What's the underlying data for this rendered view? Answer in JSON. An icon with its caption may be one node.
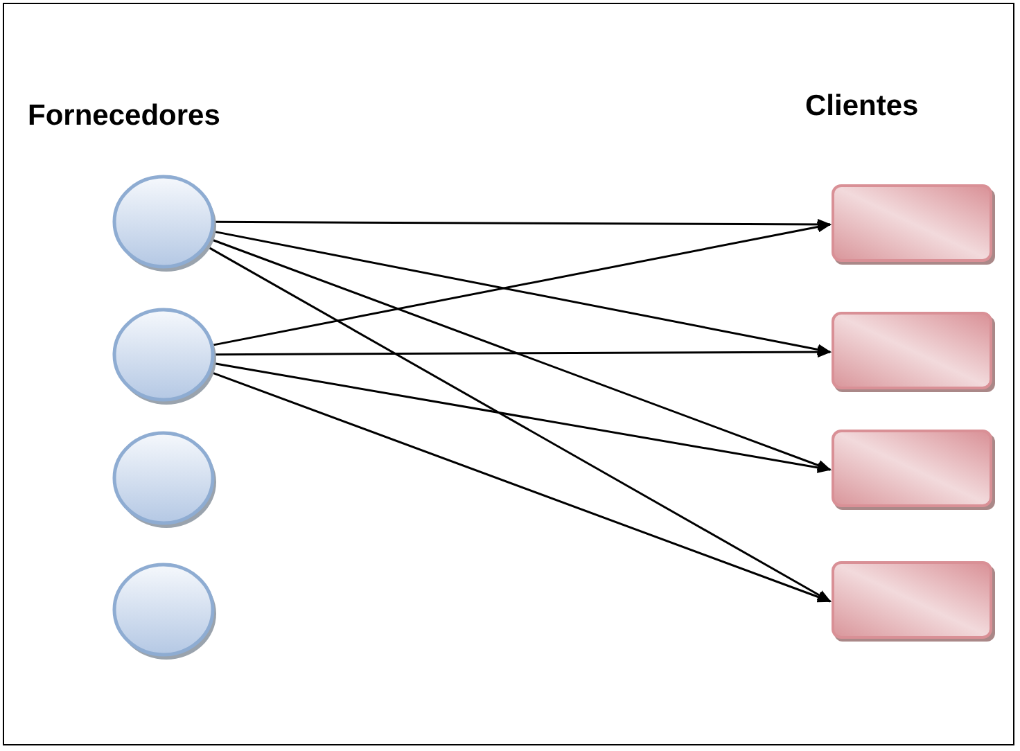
{
  "diagram": {
    "nodes": [
      {
        "text": [],
        "shape": "circle"
      },
      {
        "text": [],
        "shape": "circle"
      },
      {
        "text": [],
        "shape": "circle"
      },
      {
        "text": [],
        "shape": "circle"
      },
      {
        "text": [],
        "shape": "box"
      },
      {
        "text": [],
        "shape": "box"
      },
      {
        "text": [],
        "shape": "box"
      },
      {
        "text": [],
        "shape": "box"
      }
    ],
    "edges": [
      {
        "from": 0,
        "to": 4,
        "arrow": "to"
      },
      {
        "from": 0,
        "to": 5,
        "arrow": "to"
      },
      {
        "from": 0,
        "to": 6,
        "arrow": "to"
      },
      {
        "from": 0,
        "to": 7,
        "arrow": "to"
      },
      {
        "from": 1,
        "to": 4,
        "arrow": "to"
      },
      {
        "from": 1,
        "to": 5,
        "arrow": "to"
      },
      {
        "from": 1,
        "to": 6,
        "arrow": "to"
      },
      {
        "from": 1,
        "to": 7,
        "arrow": "to"
      }
    ],
    "labels": [
      "Fornecedores",
      "Clientes"
    ]
  }
}
